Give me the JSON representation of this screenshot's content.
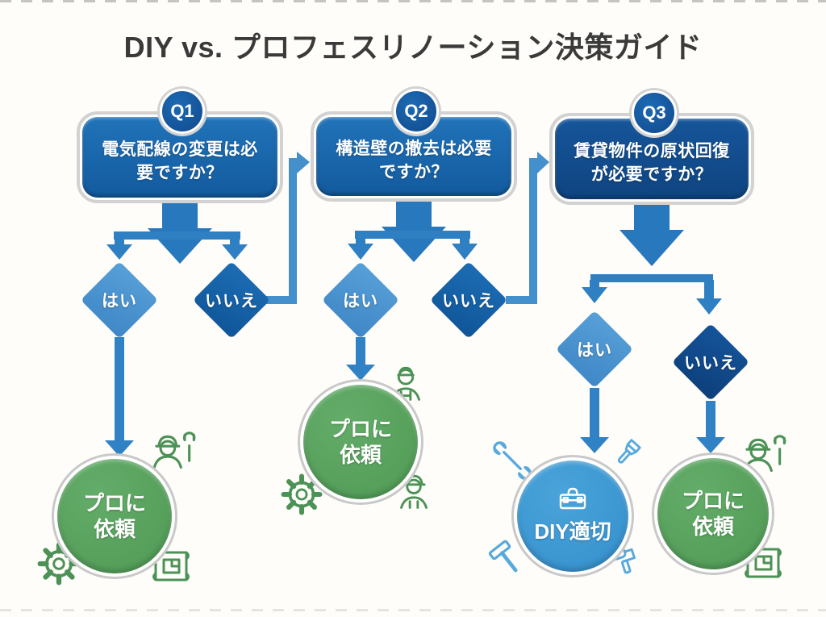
{
  "title": "DIY vs. プロフェスリノーション決策ガイド",
  "questions": [
    {
      "badge": "Q1",
      "text": "電気配線の変更は必要ですか？",
      "yes_label": "はい",
      "no_label": "いいえ"
    },
    {
      "badge": "Q2",
      "text": "構造壁の撤去は必要ですか？",
      "yes_label": "はい",
      "no_label": "いいえ"
    },
    {
      "badge": "Q3",
      "text": "賃貸物件の原状回復が必要ですか？",
      "yes_label": "はい",
      "no_label": "いいえ"
    }
  ],
  "outcomes": [
    {
      "id": "q1-yes",
      "label": "プロに依頼",
      "type": "pro",
      "icons": [
        "construction-worker-icon",
        "gear-icon",
        "blueprint-icon"
      ]
    },
    {
      "id": "q2-yes",
      "label": "プロに依頼",
      "type": "pro",
      "icons": [
        "worker-cap-icon",
        "gear-icon",
        "worker-helmet-icon"
      ]
    },
    {
      "id": "q3-yes",
      "label": "DIY適切",
      "type": "diy",
      "icons": [
        "toolbox-icon",
        "wrench-icon",
        "paintbrush-icon",
        "hammer-icon",
        "paint-roller-icon"
      ]
    },
    {
      "id": "q3-no",
      "label": "プロに依頼",
      "type": "pro",
      "icons": [
        "construction-worker-icon",
        "blueprint-icon"
      ]
    }
  ],
  "colors": {
    "question_box_blue": "#1e6db3",
    "question_box_dark_blue": "#134e8d",
    "yes_diamond_blue": "#4a93cf",
    "no_diamond_blue": "#1563a8",
    "no_diamond_dark_blue": "#12498a",
    "arrow_blue": "#2f80c3",
    "pro_circle_green": "#58a15d",
    "diy_circle_blue": "#3f9bd5",
    "icon_green": "#4c9257",
    "icon_blue": "#57a9de",
    "title_text": "#3a3a3a"
  }
}
